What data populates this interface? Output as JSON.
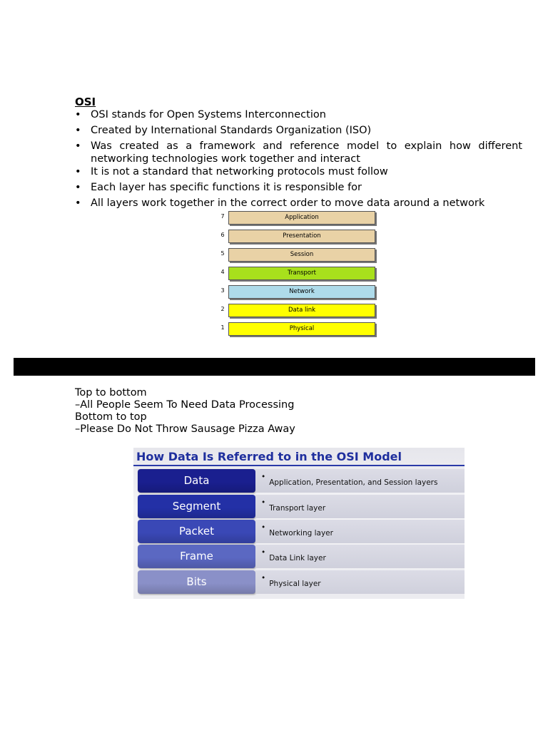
{
  "section": {
    "heading": "OSI",
    "bullets": [
      "OSI stands for Open Systems Interconnection",
      "Created by International Standards Organization (ISO)",
      "Was created as a framework and reference model to explain how different networking technologies work together and interact",
      "It is not a standard that networking protocols must follow",
      "Each layer has specific functions it is responsible for",
      "All layers work together in the correct order to move data around a network"
    ]
  },
  "layers": [
    {
      "number": "7",
      "name": "Application",
      "color": "#e9d2a6"
    },
    {
      "number": "6",
      "name": "Presentation",
      "color": "#e9d2a6"
    },
    {
      "number": "5",
      "name": "Session",
      "color": "#e9d2a6"
    },
    {
      "number": "4",
      "name": "Transport",
      "color": "#a8e01c"
    },
    {
      "number": "3",
      "name": "Network",
      "color": "#aedbea"
    },
    {
      "number": "2",
      "name": "Data link",
      "color": "#ffff00"
    },
    {
      "number": "1",
      "name": "Physical",
      "color": "#ffff00"
    }
  ],
  "mnemonic": {
    "line1": "Top to bottom",
    "line2": "–All People Seem To Need Data Processing",
    "line3": "Bottom to top",
    "line4": "–Please Do Not Throw Sausage Pizza Away"
  },
  "figure": {
    "title": "How Data Is Referred to in the OSI Model",
    "rows": [
      {
        "unit": "Data",
        "description": "Application, Presentation, and Session layers",
        "color": "#1a1f8f"
      },
      {
        "unit": "Segment",
        "description": "Transport layer",
        "color": "#2330a6"
      },
      {
        "unit": "Packet",
        "description": "Networking layer",
        "color": "#3a48b6"
      },
      {
        "unit": "Frame",
        "description": "Data Link layer",
        "color": "#5b68c2"
      },
      {
        "unit": "Bits",
        "description": "Physical layer",
        "color": "#8a90c8"
      }
    ],
    "bullet": "•"
  }
}
